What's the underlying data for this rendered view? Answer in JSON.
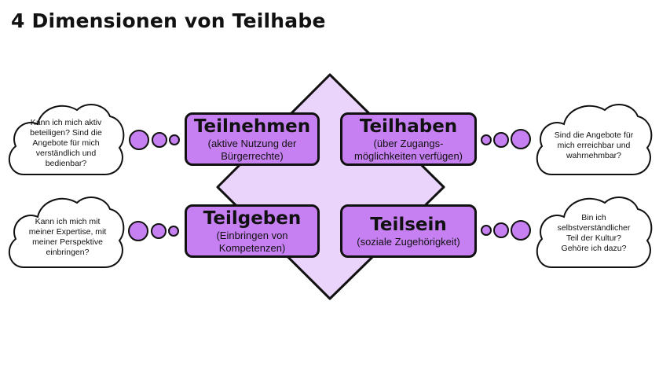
{
  "title": "4 Dimensionen von Teilhabe",
  "colors": {
    "box_fill": "#c680f2",
    "diamond_fill": "#ead4fb",
    "dot_fill": "#c680f2",
    "stroke": "#111111"
  },
  "boxes": [
    {
      "title": "Teilnehmen",
      "subtitle": "(aktive Nutzung der Bürgerrechte)"
    },
    {
      "title": "Teilhaben",
      "subtitle": "(über Zugangs-möglichkeiten verfügen)"
    },
    {
      "title": "Teilgeben",
      "subtitle": "(Einbringen von Kompetenzen)"
    },
    {
      "title": "Teilsein",
      "subtitle": "(soziale Zugehörigkeit)"
    }
  ],
  "clouds": [
    {
      "text": "Kann ich mich aktiv beteiligen? Sind die Angebote für mich verständlich und bedienbar?"
    },
    {
      "text": "Sind die Angebote für mich erreichbar und wahrnehmbar?"
    },
    {
      "text": "Kann ich mich mit meiner Expertise, mit meiner Perspektive einbringen?"
    },
    {
      "text": "Bin ich selbstverständlicher Teil der Kultur? Gehöre ich dazu?"
    }
  ]
}
